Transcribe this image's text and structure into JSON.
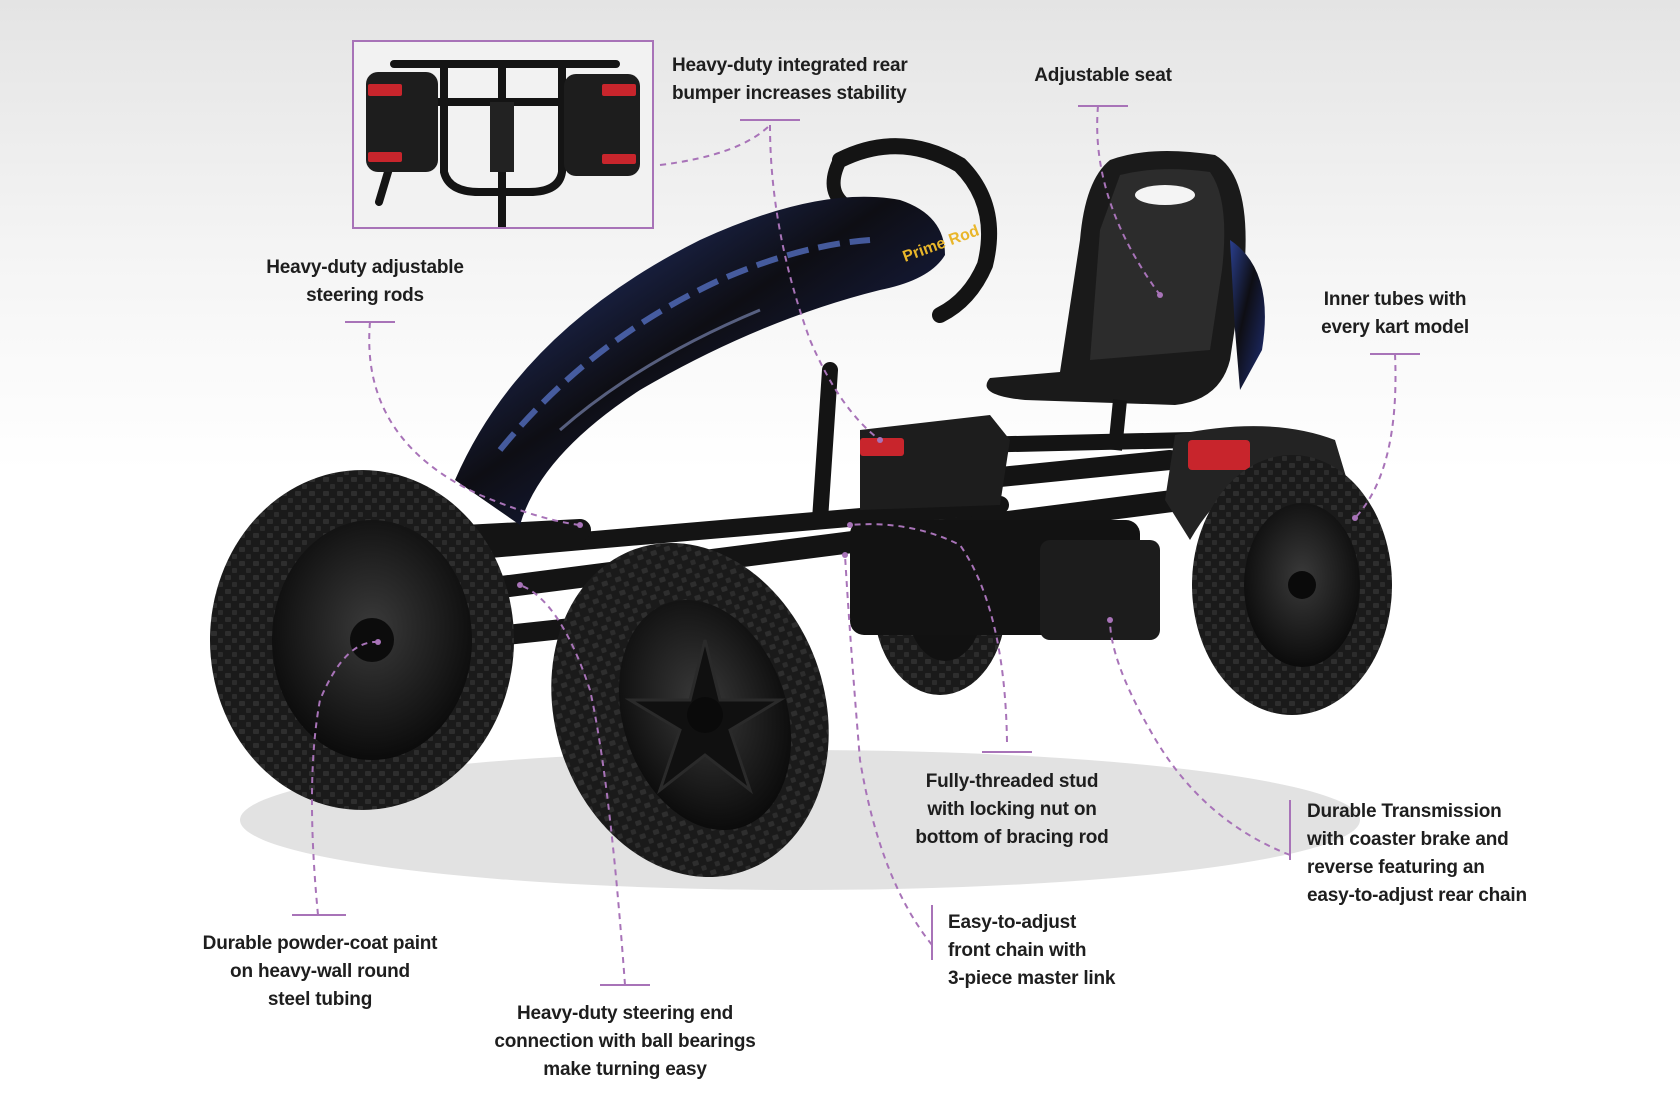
{
  "accent_color": "#a873b8",
  "callouts": [
    {
      "id": "rear-bumper",
      "lines": [
        "Heavy-duty integrated rear",
        "bumper increases stability"
      ]
    },
    {
      "id": "adjustable-seat",
      "lines": [
        "Adjustable seat"
      ]
    },
    {
      "id": "steering-rods",
      "lines": [
        "Heavy-duty adjustable",
        "steering rods"
      ]
    },
    {
      "id": "inner-tubes",
      "lines": [
        "Inner tubes with",
        "every kart model"
      ]
    },
    {
      "id": "threaded-stud",
      "lines": [
        "Fully-threaded stud",
        "with locking nut on",
        "bottom of bracing rod"
      ]
    },
    {
      "id": "transmission",
      "lines": [
        "Durable Transmission",
        "with coaster brake and",
        "reverse featuring an",
        "easy-to-adjust rear chain"
      ]
    },
    {
      "id": "front-chain",
      "lines": [
        "Easy-to-adjust",
        "front chain with",
        "3-piece master link"
      ]
    },
    {
      "id": "powder-coat",
      "lines": [
        "Durable powder-coat paint",
        "on heavy-wall round",
        "steel tubing"
      ]
    },
    {
      "id": "steering-end",
      "lines": [
        "Heavy-duty steering end",
        "connection with ball bearings",
        "make turning easy"
      ]
    }
  ],
  "decal": {
    "text": "Prime Rod"
  }
}
